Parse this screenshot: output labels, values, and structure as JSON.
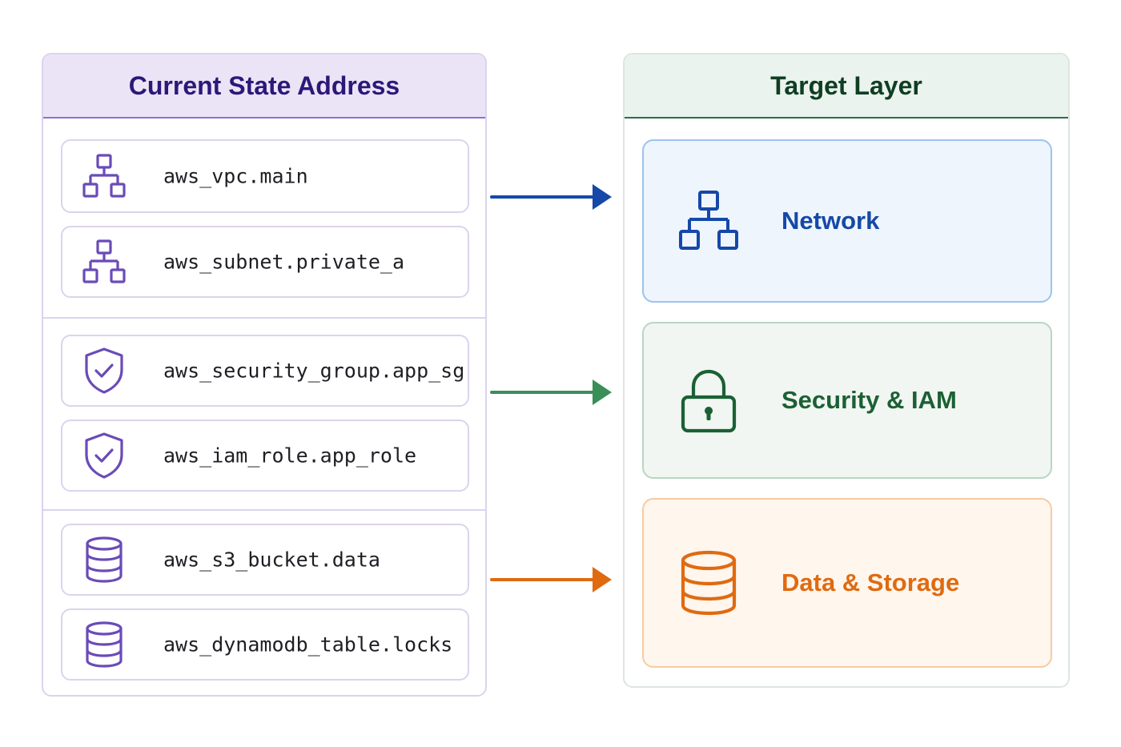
{
  "colors": {
    "purple": "#6a4bb8",
    "network": "#1548a8",
    "security": "#1b6034",
    "data": "#e06a10"
  },
  "source": {
    "title": "Current State Address",
    "groups": [
      {
        "icon": "network-hierarchy-icon",
        "items": [
          "aws_vpc.main",
          "aws_subnet.private_a"
        ]
      },
      {
        "icon": "shield-check-icon",
        "items": [
          "aws_security_group.app_sg",
          "aws_iam_role.app_role"
        ]
      },
      {
        "icon": "database-icon",
        "items": [
          "aws_s3_bucket.data",
          "aws_dynamodb_table.locks"
        ]
      }
    ]
  },
  "target": {
    "title": "Target Layer",
    "layers": [
      {
        "label": "Network",
        "icon": "network-hierarchy-icon"
      },
      {
        "label": "Security & IAM",
        "icon": "padlock-icon"
      },
      {
        "label": "Data & Storage",
        "icon": "database-icon"
      }
    ]
  },
  "arrows": [
    {
      "from": "source.groups.0",
      "to": "target.layers.0"
    },
    {
      "from": "source.groups.1",
      "to": "target.layers.1"
    },
    {
      "from": "source.groups.2",
      "to": "target.layers.2"
    }
  ]
}
